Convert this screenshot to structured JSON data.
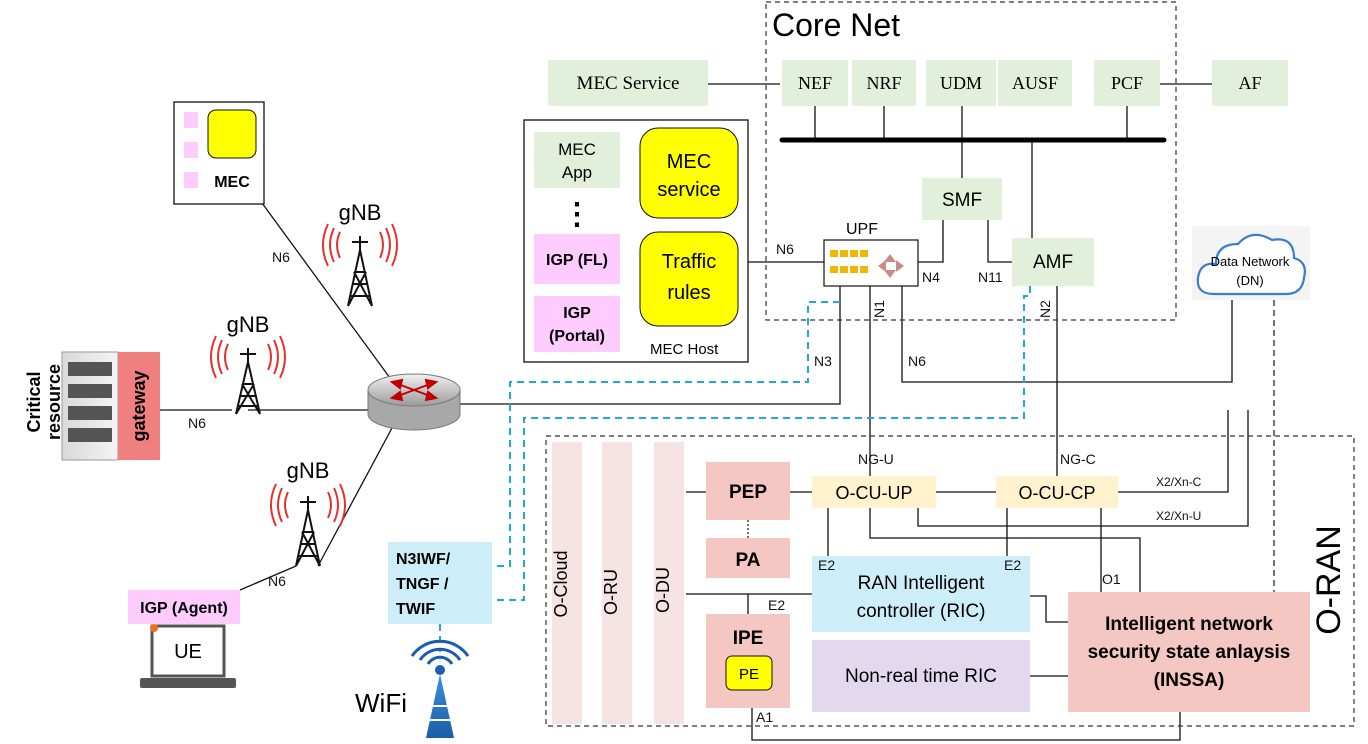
{
  "core_net": {
    "title": "Core Net",
    "mec_service": "MEC Service",
    "nef": "NEF",
    "nrf": "NRF",
    "udm": "UDM",
    "ausf": "AUSF",
    "pcf": "PCF",
    "af": "AF",
    "smf": "SMF",
    "amf": "AMF",
    "upf": "UPF"
  },
  "mec_host": {
    "label": "MEC Host",
    "mec_app_line1": "MEC",
    "mec_app_line2": "App",
    "ellipsis": "⋮",
    "mec_service_line1": "MEC",
    "mec_service_line2": "service",
    "igp_fl": "IGP (FL)",
    "traffic_rules_line1": "Traffic",
    "traffic_rules_line2": "rules",
    "igp_portal_line1": "IGP",
    "igp_portal_line2": "(Portal)"
  },
  "mec_device": {
    "label": "MEC"
  },
  "gnb": {
    "label": "gNB"
  },
  "critical_resource": {
    "line1": "Critical",
    "line2": "resource",
    "gateway": "gateway"
  },
  "data_network": {
    "line1": "Data Network",
    "line2": "(DN)"
  },
  "interfaces": {
    "n6": "N6",
    "n4": "N4",
    "n11": "N11",
    "n1": "N1",
    "n2": "N2",
    "n3": "N3",
    "ng_u": "NG-U",
    "ng_c": "NG-C",
    "x2_xn_c": "X2/Xn-C",
    "x2_xn_u": "X2/Xn-U",
    "e2": "E2",
    "o1": "O1",
    "a1": "A1"
  },
  "oran": {
    "title": "O-RAN",
    "o_cloud": "O-Cloud",
    "o_ru": "O-RU",
    "o_du": "O-DU",
    "pep": "PEP",
    "pa": "PA",
    "ipe": "IPE",
    "pe": "PE",
    "o_cu_up": "O-CU-UP",
    "o_cu_cp": "O-CU-CP",
    "ric_line1": "RAN Intelligent",
    "ric_line2": "controller (RIC)",
    "non_rt_ric": "Non-real time RIC",
    "inssa_line1": "Intelligent network",
    "inssa_line2": "security state anlaysis",
    "inssa_line3": "(INSSA)"
  },
  "n3iwf": {
    "line1": "N3IWF/",
    "line2": "TNGF  /",
    "line3": "TWIF"
  },
  "wifi": {
    "label": "WiFi"
  },
  "ue": {
    "igp_agent": "IGP (Agent)",
    "label": "UE"
  },
  "colors": {
    "green_box": "#e2efda",
    "yellow_box": "#ffff00",
    "pink_box": "#f4c7c3",
    "pink_light": "#ffccff",
    "blue_box": "#cdeef8",
    "purple_box": "#e3d9ef",
    "cream_box": "#fff2cc",
    "dashed_blue": "#1ea7e0",
    "antenna_red": "#e8302a",
    "gateway_red": "#f08080",
    "column_pink": "#f6e3e3"
  }
}
